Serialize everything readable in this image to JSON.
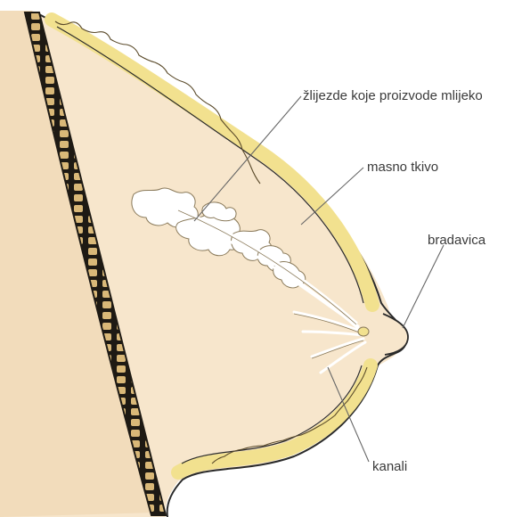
{
  "labels": {
    "glands": "žlijezde koje proizvode mlijeko",
    "fat": "masno tkivo",
    "nipple": "bradavica",
    "ducts": "kanali"
  },
  "colors": {
    "tissue": "#f7e6cc",
    "tissue_shade": "#f2dcbb",
    "outline": "#2a2a2a",
    "fat_band": "#f2e18f",
    "rib_dark": "#1e1a14",
    "rib_light": "#d9b878",
    "gland": "#ffffff",
    "leader": "#666666"
  }
}
